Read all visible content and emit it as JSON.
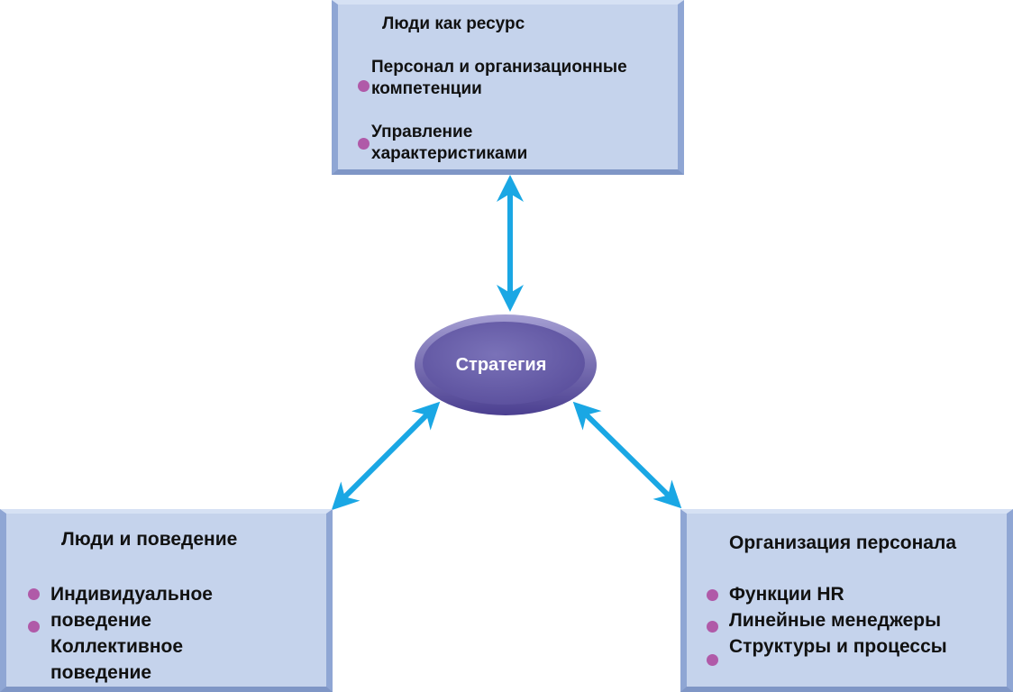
{
  "colors": {
    "box_fill": "#c5d3ec",
    "bullet": "#b05aa8",
    "arrow": "#1aa7e4",
    "ellipse_fill": "#7068b0",
    "ellipse_rim": "#5a4f9e"
  },
  "center": {
    "label": "Стратегия"
  },
  "boxes": {
    "top": {
      "title": "Люди как ресурс",
      "items": [
        "Персонал и организационные компетенции",
        "Управление характеристиками"
      ]
    },
    "left": {
      "title": "Люди и поведение",
      "items": [
        "Индивидуальное поведение",
        "Коллективное поведение"
      ]
    },
    "right": {
      "title": "Организация персонала",
      "items": [
        "Функции HR",
        "Линейные менеджеры",
        "Структуры и процессы"
      ]
    }
  }
}
